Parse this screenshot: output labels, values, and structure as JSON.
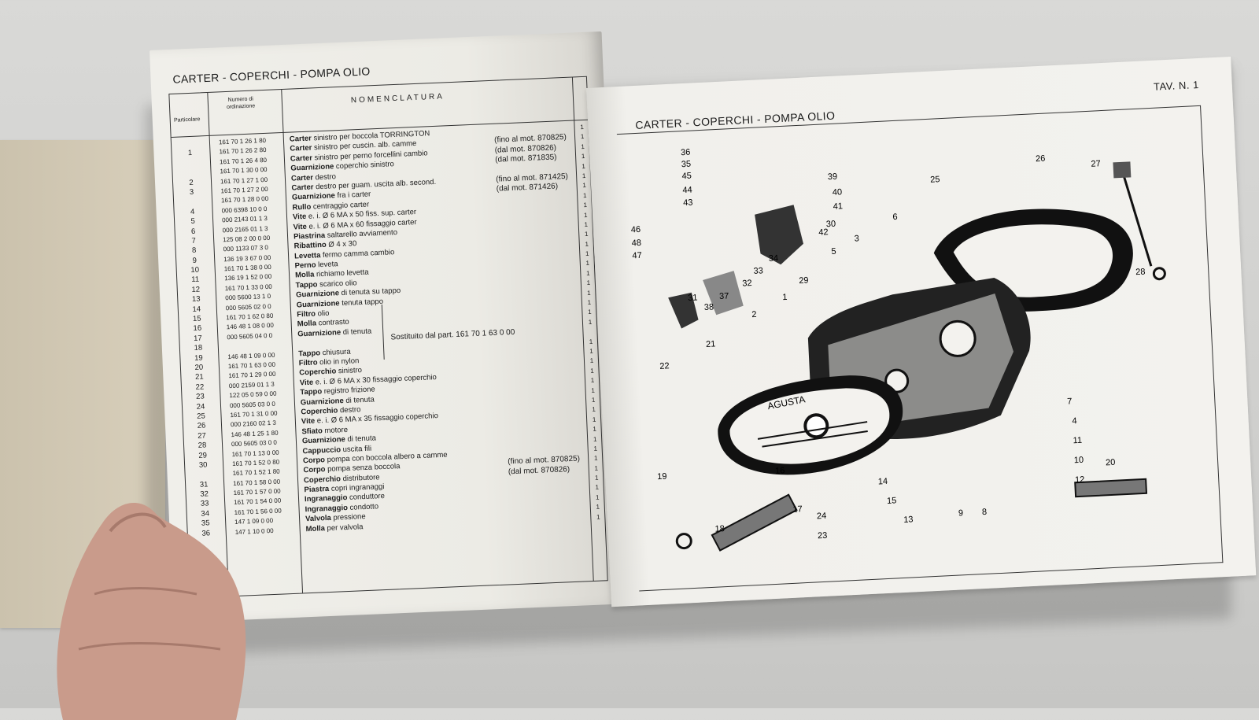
{
  "left_page": {
    "title": "CARTER - COPERCHI - POMPA OLIO",
    "header": {
      "particolare": "Particolare",
      "numero": "Numero di ordinazione",
      "nomenclatura": "NOMENCLATURA"
    },
    "rows": [
      {
        "part": "",
        "num": "161 70 1 26 1 80",
        "bold": "Carter",
        "desc": " sinistro per boccola TORRINGTON",
        "note": "",
        "qty": "1"
      },
      {
        "part": "1",
        "num": "161 70 1 26 2 80",
        "bold": "Carter",
        "desc": " sinistro per cuscin. alb. camme",
        "note": "(fino al mot. 870825)",
        "qty": "1"
      },
      {
        "part": "",
        "num": "161 70 1 26 4 80",
        "bold": "Carter",
        "desc": " sinistro per perno forcellini cambio",
        "note": "(dal mot. 870826)",
        "qty": "1"
      },
      {
        "part": "",
        "num": "161 70 1 30 0 00",
        "bold": "Guarnizione",
        "desc": " coperchio sinistro",
        "note": "(dal mot. 871835)",
        "qty": "1"
      },
      {
        "part": "2",
        "num": "161 70 1 27 1 00",
        "bold": "Carter",
        "desc": " destro",
        "note": "",
        "qty": "1"
      },
      {
        "part": "3",
        "num": "161 70 1 27 2 00",
        "bold": "Carter",
        "desc": " destro per guam. uscita alb. second.",
        "note": "(fino al mot. 871425)",
        "qty": "1"
      },
      {
        "part": "",
        "num": "161 70 1 28 0 00",
        "bold": "Guarnizione",
        "desc": " fra i carter",
        "note": "(dal mot. 871426)",
        "qty": "1"
      },
      {
        "part": "4",
        "num": "000 6398 10 0 0",
        "bold": "Rullo",
        "desc": " centraggio carter",
        "note": "",
        "qty": "1"
      },
      {
        "part": "5",
        "num": "000 2143 01 1 3",
        "bold": "Vite",
        "desc": " e. i. Ø 6 MA x 50 fiss. sup. carter",
        "note": "",
        "qty": "1"
      },
      {
        "part": "6",
        "num": "000 2165 01 1 3",
        "bold": "Vite",
        "desc": " e. i. Ø 6 MA x 60 fissaggio carter",
        "note": "",
        "qty": "1"
      },
      {
        "part": "7",
        "num": "125 08 2 00 0 00",
        "bold": "Piastrina",
        "desc": " saltarello avviamento",
        "note": "",
        "qty": "1"
      },
      {
        "part": "8",
        "num": "000 1133 07 3 0",
        "bold": "Ribattino",
        "desc": " Ø 4 x 30",
        "note": "",
        "qty": "1"
      },
      {
        "part": "9",
        "num": "136 19 3 67 0 00",
        "bold": "Levetta",
        "desc": " fermo camma cambio",
        "note": "",
        "qty": "1"
      },
      {
        "part": "10",
        "num": "161 70 1 38 0 00",
        "bold": "Perno",
        "desc": " leveta",
        "note": "",
        "qty": "1"
      },
      {
        "part": "11",
        "num": "136 19 1 52 0 00",
        "bold": "Molla",
        "desc": " richiamo levetta",
        "note": "",
        "qty": "1"
      },
      {
        "part": "12",
        "num": "161 70 1 33 0 00",
        "bold": "Tappo",
        "desc": " scarico olio",
        "note": "",
        "qty": "1"
      },
      {
        "part": "13",
        "num": "000 5600 13 1 0",
        "bold": "Guarnizione",
        "desc": " di tenuta su tappo",
        "note": "",
        "qty": "1"
      },
      {
        "part": "14",
        "num": "000 5605 02 0 0",
        "bold": "Guarnizione",
        "desc": " tenuta tappo",
        "note": "",
        "qty": "1"
      },
      {
        "part": "15",
        "num": "161 70 1 62 0 80",
        "bold": "Filtro",
        "desc": " olio",
        "note": "",
        "qty": "1"
      },
      {
        "part": "16",
        "num": "146 48 1 08 0 00",
        "bold": "Molla",
        "desc": " contrasto",
        "note": "",
        "qty": "1"
      },
      {
        "part": "17",
        "num": "000 5605 04 0 0",
        "bold": "Guarnizione",
        "desc": " di tenuta",
        "note": "",
        "qty": "1"
      },
      {
        "part": "18",
        "num": "",
        "bold": "",
        "desc": "",
        "note": "",
        "qty": ""
      },
      {
        "part": "19",
        "num": "146 48 1 09 0 00",
        "bold": "Tappo",
        "desc": " chiusura",
        "note": "",
        "qty": "1"
      },
      {
        "part": "20",
        "num": "161 70 1 63 0 00",
        "bold": "Filtro",
        "desc": " olio in nylon",
        "note": "",
        "qty": "1"
      },
      {
        "part": "21",
        "num": "161 70 1 29 0 00",
        "bold": "Coperchio",
        "desc": " sinistro",
        "note": "",
        "qty": "1"
      },
      {
        "part": "22",
        "num": "000 2159 01 1 3",
        "bold": "Vite",
        "desc": " e. i. Ø 6 MA x 30 fissaggio coperchio",
        "note": "",
        "qty": "1"
      },
      {
        "part": "23",
        "num": "122 05 0 59 0 00",
        "bold": "Tappo",
        "desc": " registro frizione",
        "note": "",
        "qty": "1"
      },
      {
        "part": "24",
        "num": "000 5605 03 0 0",
        "bold": "Guarnizione",
        "desc": " di tenuta",
        "note": "",
        "qty": "1"
      },
      {
        "part": "25",
        "num": "161 70 1 31 0 00",
        "bold": "Coperchio",
        "desc": " destro",
        "note": "",
        "qty": "1"
      },
      {
        "part": "26",
        "num": "000 2160 02 1 3",
        "bold": "Vite",
        "desc": " e. i. Ø 6 MA x 35 fissaggio coperchio",
        "note": "",
        "qty": "1"
      },
      {
        "part": "27",
        "num": "146 48 1 25 1 80",
        "bold": "Sfiato",
        "desc": " motore",
        "note": "",
        "qty": "1"
      },
      {
        "part": "28",
        "num": "000 5605 03 0 0",
        "bold": "Guarnizione",
        "desc": " di tenuta",
        "note": "",
        "qty": "1"
      },
      {
        "part": "29",
        "num": "161 70 1 13 0 00",
        "bold": "Cappuccio",
        "desc": " uscita fili",
        "note": "",
        "qty": "1"
      },
      {
        "part": "30",
        "num": "161 70 1 52 0 80",
        "bold": "Corpo",
        "desc": " pompa con boccola albero a camme",
        "note": "",
        "qty": "1"
      },
      {
        "part": "",
        "num": "161 70 1 52 1 80",
        "bold": "Corpo",
        "desc": " pompa senza boccola",
        "note": "(fino al mot. 870825)",
        "qty": "1"
      },
      {
        "part": "31",
        "num": "161 70 1 58 0 00",
        "bold": "Coperchio",
        "desc": " distributore",
        "note": "(dal mot. 870826)",
        "qty": "1"
      },
      {
        "part": "32",
        "num": "161 70 1 57 0 00",
        "bold": "Piastra",
        "desc": " copri ingranaggi",
        "note": "",
        "qty": "1"
      },
      {
        "part": "33",
        "num": "161 70 1 54 0 00",
        "bold": "Ingranaggio",
        "desc": " conduttore",
        "note": "",
        "qty": "1"
      },
      {
        "part": "34",
        "num": "161 70 1 56 0 00",
        "bold": "Ingranaggio",
        "desc": " condotto",
        "note": "",
        "qty": "1"
      },
      {
        "part": "35",
        "num": "147 1 09 0 00",
        "bold": "Valvola",
        "desc": " pressione",
        "note": "",
        "qty": "1"
      },
      {
        "part": "36",
        "num": "147 1 10 0 00",
        "bold": "Molla",
        "desc": " per valvola",
        "note": "",
        "qty": "1"
      }
    ],
    "substitution_note": "Sostituito dal part. 161 70 1 63 0 00"
  },
  "right_page": {
    "title": "CARTER - COPERCHI - POMPA OLIO",
    "plate": "TAV. N. 1",
    "cover_text": "AGUSTA",
    "callouts": [
      "36",
      "35",
      "45",
      "44",
      "43",
      "46",
      "48",
      "47",
      "31",
      "38",
      "37",
      "32",
      "33",
      "34",
      "30",
      "42",
      "41",
      "40",
      "39",
      "29",
      "1",
      "2",
      "21",
      "22",
      "19",
      "18",
      "17",
      "16",
      "23",
      "24",
      "15",
      "14",
      "13",
      "9",
      "8",
      "12",
      "10",
      "11",
      "4",
      "7",
      "3",
      "5",
      "6",
      "25",
      "26",
      "27",
      "28",
      "20"
    ]
  }
}
